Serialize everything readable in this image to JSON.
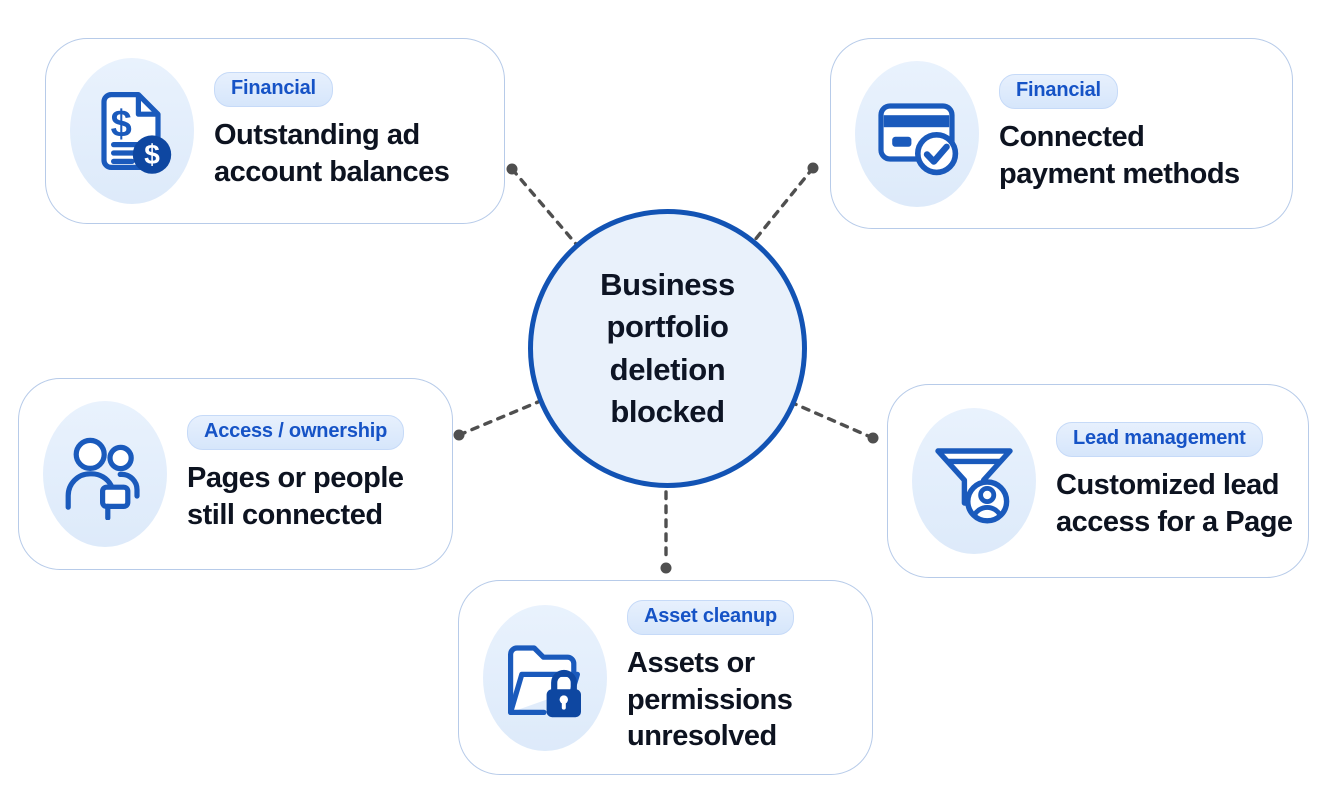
{
  "diagram": {
    "center": {
      "title": "Business\nportfolio\ndeletion\nblocked"
    },
    "cards": [
      {
        "badge": "Financial",
        "title": "Outstanding ad\naccount balances",
        "icon": "invoice-dollar-icon"
      },
      {
        "badge": "Financial",
        "title": "Connected\npayment methods",
        "icon": "credit-card-check-icon"
      },
      {
        "badge": "Access / ownership",
        "title": "Pages or people\nstill connected",
        "icon": "people-flag-icon"
      },
      {
        "badge": "Lead management",
        "title": "Customized lead\naccess for a Page",
        "icon": "funnel-person-icon"
      },
      {
        "badge": "Asset cleanup",
        "title": "Assets or\npermissions unresolved",
        "icon": "folder-lock-icon"
      }
    ],
    "colors": {
      "background": "#ffffff",
      "card_border": "#b7cbe9",
      "icon_bubble_bg": "#e3edfb",
      "icon_stroke": "#1a5abc",
      "icon_fill_dark": "#0e47a1",
      "badge_bg": "#dce9fc",
      "badge_border": "#c6daf8",
      "badge_text": "#1653c6",
      "title_text": "#0d1320",
      "center_fill": "#e9f1fb",
      "center_border": "#1253b4",
      "connector": "#4f4f4f"
    }
  }
}
